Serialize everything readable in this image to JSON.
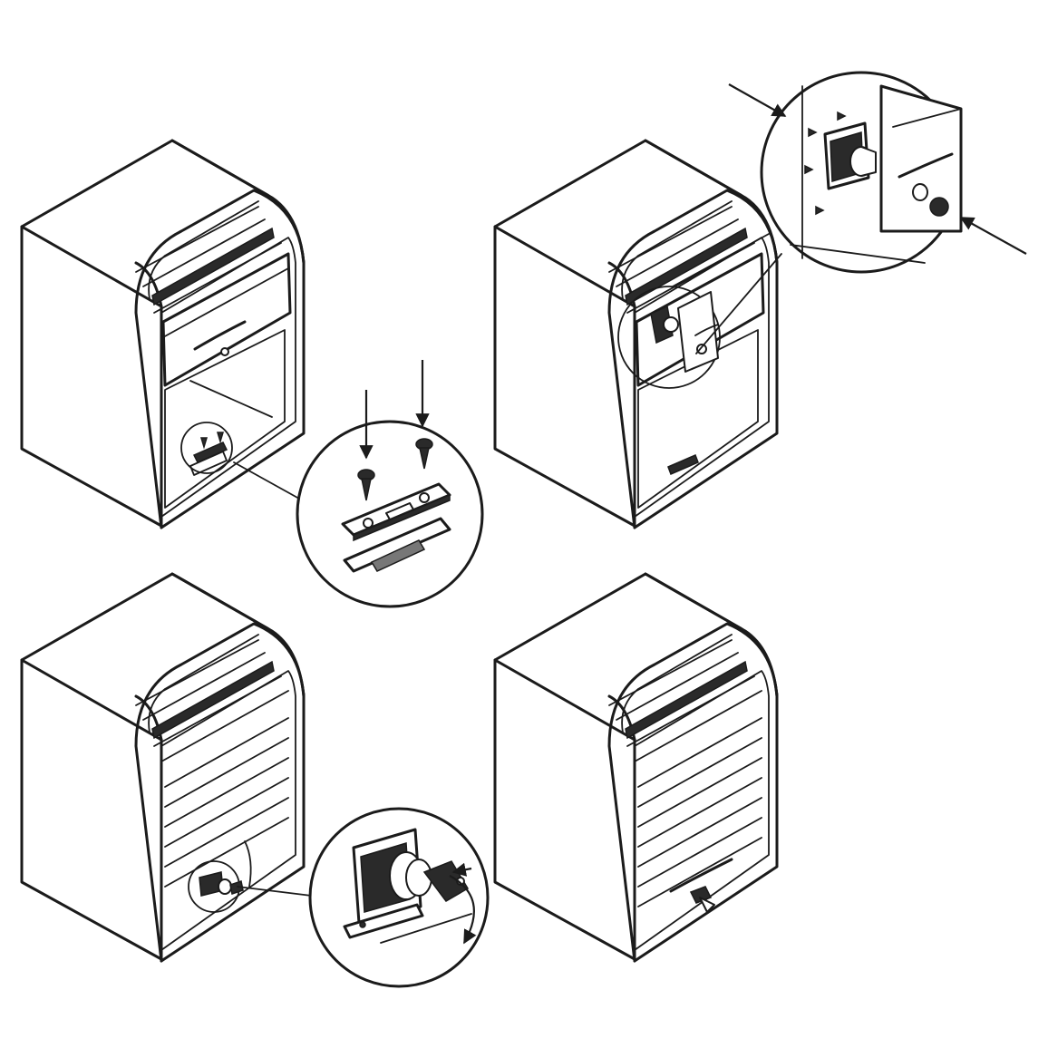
{
  "colors": {
    "ink": "#1b1b1b",
    "paper": "#ffffff",
    "shade": "#777777"
  },
  "steps": [
    {
      "id": "step-1",
      "icon": "cabinet-shutter-open-icon",
      "detail_icon": "strike-plate-screws-icon"
    },
    {
      "id": "step-2",
      "icon": "cabinet-shutter-lowered-icon",
      "detail_icon": "lock-cylinder-screws-icon"
    },
    {
      "id": "step-3",
      "icon": "cabinet-shutter-closed-icon",
      "detail_icon": "key-turn-icon"
    },
    {
      "id": "step-4",
      "icon": "cabinet-shutter-locked-icon",
      "detail_icon": ""
    }
  ]
}
